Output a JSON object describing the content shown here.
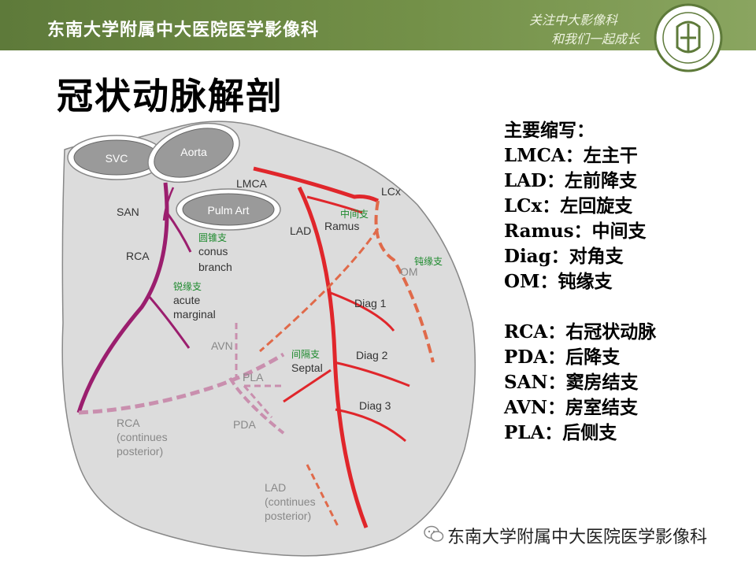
{
  "header": {
    "title": "东南大学附属中大医院医学影像科",
    "slogan_line1": "关注中大影像科",
    "slogan_line2": "和我们一起成长",
    "logo_icon": "hospital-seal-icon",
    "accent": "#6b8a44"
  },
  "main_title": "冠状动脉解剖",
  "diagram": {
    "vessels": {
      "svc": "SVC",
      "aorta": "Aorta",
      "pulm_art": "Pulm Art"
    },
    "labels": {
      "san": "SAN",
      "rca": "RCA",
      "conus_cn": "圆锥支",
      "conus_en1": "conus",
      "conus_en2": "branch",
      "acute_cn": "锐缘支",
      "acute_en1": "acute",
      "acute_en2": "marginal",
      "avn": "AVN",
      "pla": "PLA",
      "pda": "PDA",
      "rca_cont1": "RCA",
      "rca_cont2": "(continues",
      "rca_cont3": "posterior)",
      "lmca": "LMCA",
      "lad": "LAD",
      "ramus_cn": "中间支",
      "ramus_en": "Ramus",
      "lcx": "LCx",
      "om_cn": "钝缘支",
      "om_en": "OM",
      "diag1": "Diag 1",
      "diag2": "Diag 2",
      "diag3": "Diag 3",
      "septal_cn": "间隔支",
      "septal_en": "Septal",
      "lad_cont1": "LAD",
      "lad_cont2": "(continues",
      "lad_cont3": "posterior)"
    },
    "colors": {
      "rca": "#9b1e6e",
      "left": "#e0262b",
      "posterior": "#c98fae",
      "dashed_left": "#e06a4a",
      "green_label": "#1e8a2e",
      "heart_fill": "#dcdcdc"
    }
  },
  "abbreviations": {
    "heading": "主要缩写：",
    "items": [
      "LMCA：左主干",
      "LAD：左前降支",
      "LCx：左回旋支",
      "Ramus：中间支",
      "Diag：对角支",
      "OM：钝缘支"
    ],
    "items2": [
      "RCA：右冠状动脉",
      "PDA：后降支",
      "SAN：窦房结支",
      "AVN：房室结支",
      "PLA：后侧支"
    ]
  },
  "watermark": {
    "text": "东南大学附属中大医院医学影像科",
    "icon": "wechat-icon"
  }
}
